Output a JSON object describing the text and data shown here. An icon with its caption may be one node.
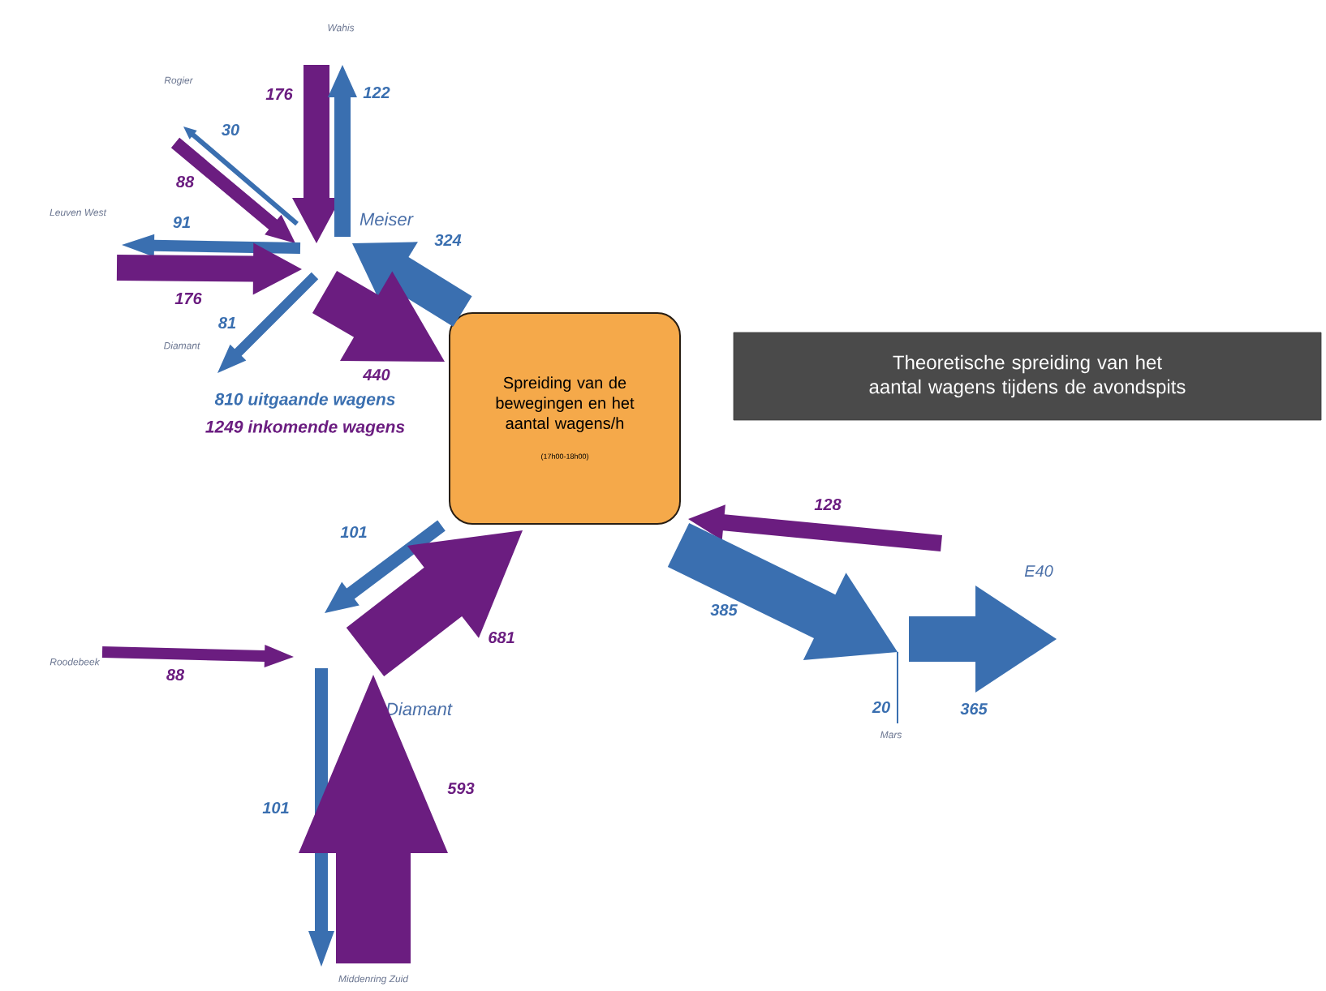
{
  "diagram": {
    "title": "Theoretische spreiding van het aantal wagens tijdens de avondspits",
    "nodes": [
      {
        "text": [
          "Wahis"
        ]
      },
      {
        "text": [
          "Rogier"
        ]
      },
      {
        "text": [
          "Leuven West"
        ]
      },
      {
        "text": [
          "Diamant"
        ]
      },
      {
        "text": [
          "Meiser"
        ]
      },
      {
        "text": [
          "Spreiding van de bewegingen en het aantal wagens/h",
          "(17h00-18h00)"
        ]
      },
      {
        "text": [
          "Roodebeek"
        ]
      },
      {
        "text": [
          "Diamant"
        ]
      },
      {
        "text": [
          "Middenring Zuid"
        ]
      },
      {
        "text": [
          "E40"
        ]
      },
      {
        "text": [
          "Mars"
        ]
      }
    ],
    "edges": [
      {
        "from": 0,
        "to": 4,
        "arrow": "to",
        "label": "176",
        "color": "#6b1d80"
      },
      {
        "from": 4,
        "to": 0,
        "arrow": "to",
        "label": "122"
      },
      {
        "from": 4,
        "to": 1,
        "arrow": "to",
        "label": "30"
      },
      {
        "from": 1,
        "to": 4,
        "arrow": "to",
        "label": "88",
        "color": "#6b1d80"
      },
      {
        "from": 4,
        "to": 2,
        "arrow": "to",
        "label": "91"
      },
      {
        "from": 2,
        "to": 4,
        "arrow": "to",
        "label": "176",
        "color": "#6b1d80"
      },
      {
        "from": 4,
        "to": 3,
        "arrow": "to",
        "label": "81"
      },
      {
        "from": 5,
        "to": 4,
        "arrow": "to",
        "label": "324"
      },
      {
        "from": 4,
        "to": 5,
        "arrow": "to",
        "label": "440",
        "color": "#6b1d80"
      },
      {
        "from": 5,
        "to": 7,
        "arrow": "to",
        "label": "101"
      },
      {
        "from": 7,
        "to": 5,
        "arrow": "to",
        "label": "681",
        "color": "#6b1d80"
      },
      {
        "from": 6,
        "to": 7,
        "arrow": "to",
        "label": "88",
        "color": "#6b1d80"
      },
      {
        "from": 7,
        "to": 8,
        "arrow": "to",
        "label": "101"
      },
      {
        "from": 8,
        "to": 7,
        "arrow": "to",
        "label": "593",
        "color": "#6b1d80"
      },
      {
        "from": null,
        "to": 5,
        "arrow": "to",
        "label": "128",
        "color": "#6b1d80"
      },
      {
        "from": 5,
        "to": null,
        "arrow": "to",
        "label": "385"
      },
      {
        "from": null,
        "to": 9,
        "arrow": "to",
        "label": "365"
      },
      {
        "from": null,
        "to": 10,
        "arrow": "none",
        "label": "20"
      }
    ],
    "labels": [
      "810 uitgaande wagens",
      "1249 inkomende wagens"
    ]
  }
}
